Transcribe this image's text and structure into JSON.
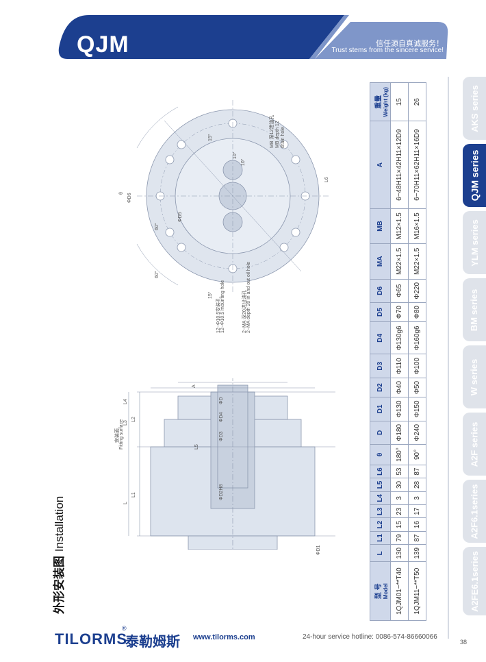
{
  "header": {
    "brand": "QJM",
    "slogan_cn": "信任源自真诚服务！",
    "slogan_en": "Trust stems from the sincere service!"
  },
  "tabs": [
    {
      "label": "AKS series",
      "active": false
    },
    {
      "label": "QJM series",
      "active": true
    },
    {
      "label": "YLM series",
      "active": false
    },
    {
      "label": "BM series",
      "active": false
    },
    {
      "label": "W series",
      "active": false
    },
    {
      "label": "A2F series",
      "active": false
    },
    {
      "label": "A2F6.1series",
      "active": false
    },
    {
      "label": "A2FE6.1series",
      "active": false
    }
  ],
  "section": {
    "title_cn": "外形安装图",
    "title_en": "Installation"
  },
  "side_view": {
    "fitting_cn": "安装面",
    "fitting_en": "Fitting surface",
    "labels": {
      "A": "A",
      "D": "ΦD",
      "D4": "ΦD4",
      "D3": "ΦD3",
      "D2": "ΦD2H8",
      "D1": "ΦD1",
      "L": "L",
      "L1": "L1",
      "L2": "L2",
      "L3": "L3",
      "L4": "L4",
      "L5": "L5"
    }
  },
  "front_view": {
    "labels": {
      "D6": "ΦD6",
      "D5": "ΦD5",
      "theta": "θ",
      "L6": "L6",
      "a60a": "60°",
      "a60b": "60°",
      "a15a": "15°",
      "a15b": "15°",
      "a10a": "10°",
      "a10b": "10°"
    },
    "notes": [
      "MB 深12泄油孔",
      "MB depth 12",
      "drain hole",
      "12−Φ10.5安装孔",
      "12−Φ10.5 mounting hole",
      "2−MA 深20进出油孔",
      "2−MA depth 20 in and out oil hole"
    ]
  },
  "table": {
    "headers": [
      {
        "main": "型 号",
        "sub": "Model"
      },
      {
        "main": "L"
      },
      {
        "main": "L1"
      },
      {
        "main": "L2"
      },
      {
        "main": "L3"
      },
      {
        "main": "L4"
      },
      {
        "main": "L5"
      },
      {
        "main": "L6"
      },
      {
        "main": "θ"
      },
      {
        "main": "D"
      },
      {
        "main": "D1"
      },
      {
        "main": "D2"
      },
      {
        "main": "D3"
      },
      {
        "main": "D4"
      },
      {
        "main": "D5"
      },
      {
        "main": "D6"
      },
      {
        "main": "MA"
      },
      {
        "main": "MB"
      },
      {
        "main": "A"
      },
      {
        "main": "重量",
        "sub": "Weight (kg)"
      }
    ],
    "rows": [
      [
        "1QJM01−**T40",
        "130",
        "79",
        "15",
        "23",
        "3",
        "30",
        "53",
        "180°",
        "Φ180",
        "Φ130",
        "Φ40",
        "Φ110",
        "Φ130g6",
        "Φ70",
        "Φ65",
        "M22×1.5",
        "M12×1.5",
        "6−48H11×42H11×12D9",
        "15"
      ],
      [
        "1QJM11−**T50",
        "139",
        "87",
        "16",
        "17",
        "3",
        "28",
        "87",
        "90°",
        "Φ240",
        "Φ150",
        "Φ50",
        "Φ100",
        "Φ160g6",
        "Φ80",
        "Φ220",
        "M22×1.5",
        "M16×1.5",
        "6−70H11×62H11×16D9",
        "26"
      ]
    ]
  },
  "footer": {
    "logo": "TILORMS",
    "reg": "®",
    "logo_cn": "泰勒姆斯",
    "url": "www.tilorms.com",
    "hotline": "24-hour service hotline: 0086-574-86660066",
    "page": "38"
  },
  "colors": {
    "brand": "#1c3f8f",
    "tab_inactive": "#dfe3ea",
    "table_header": "#cfd8ea"
  }
}
